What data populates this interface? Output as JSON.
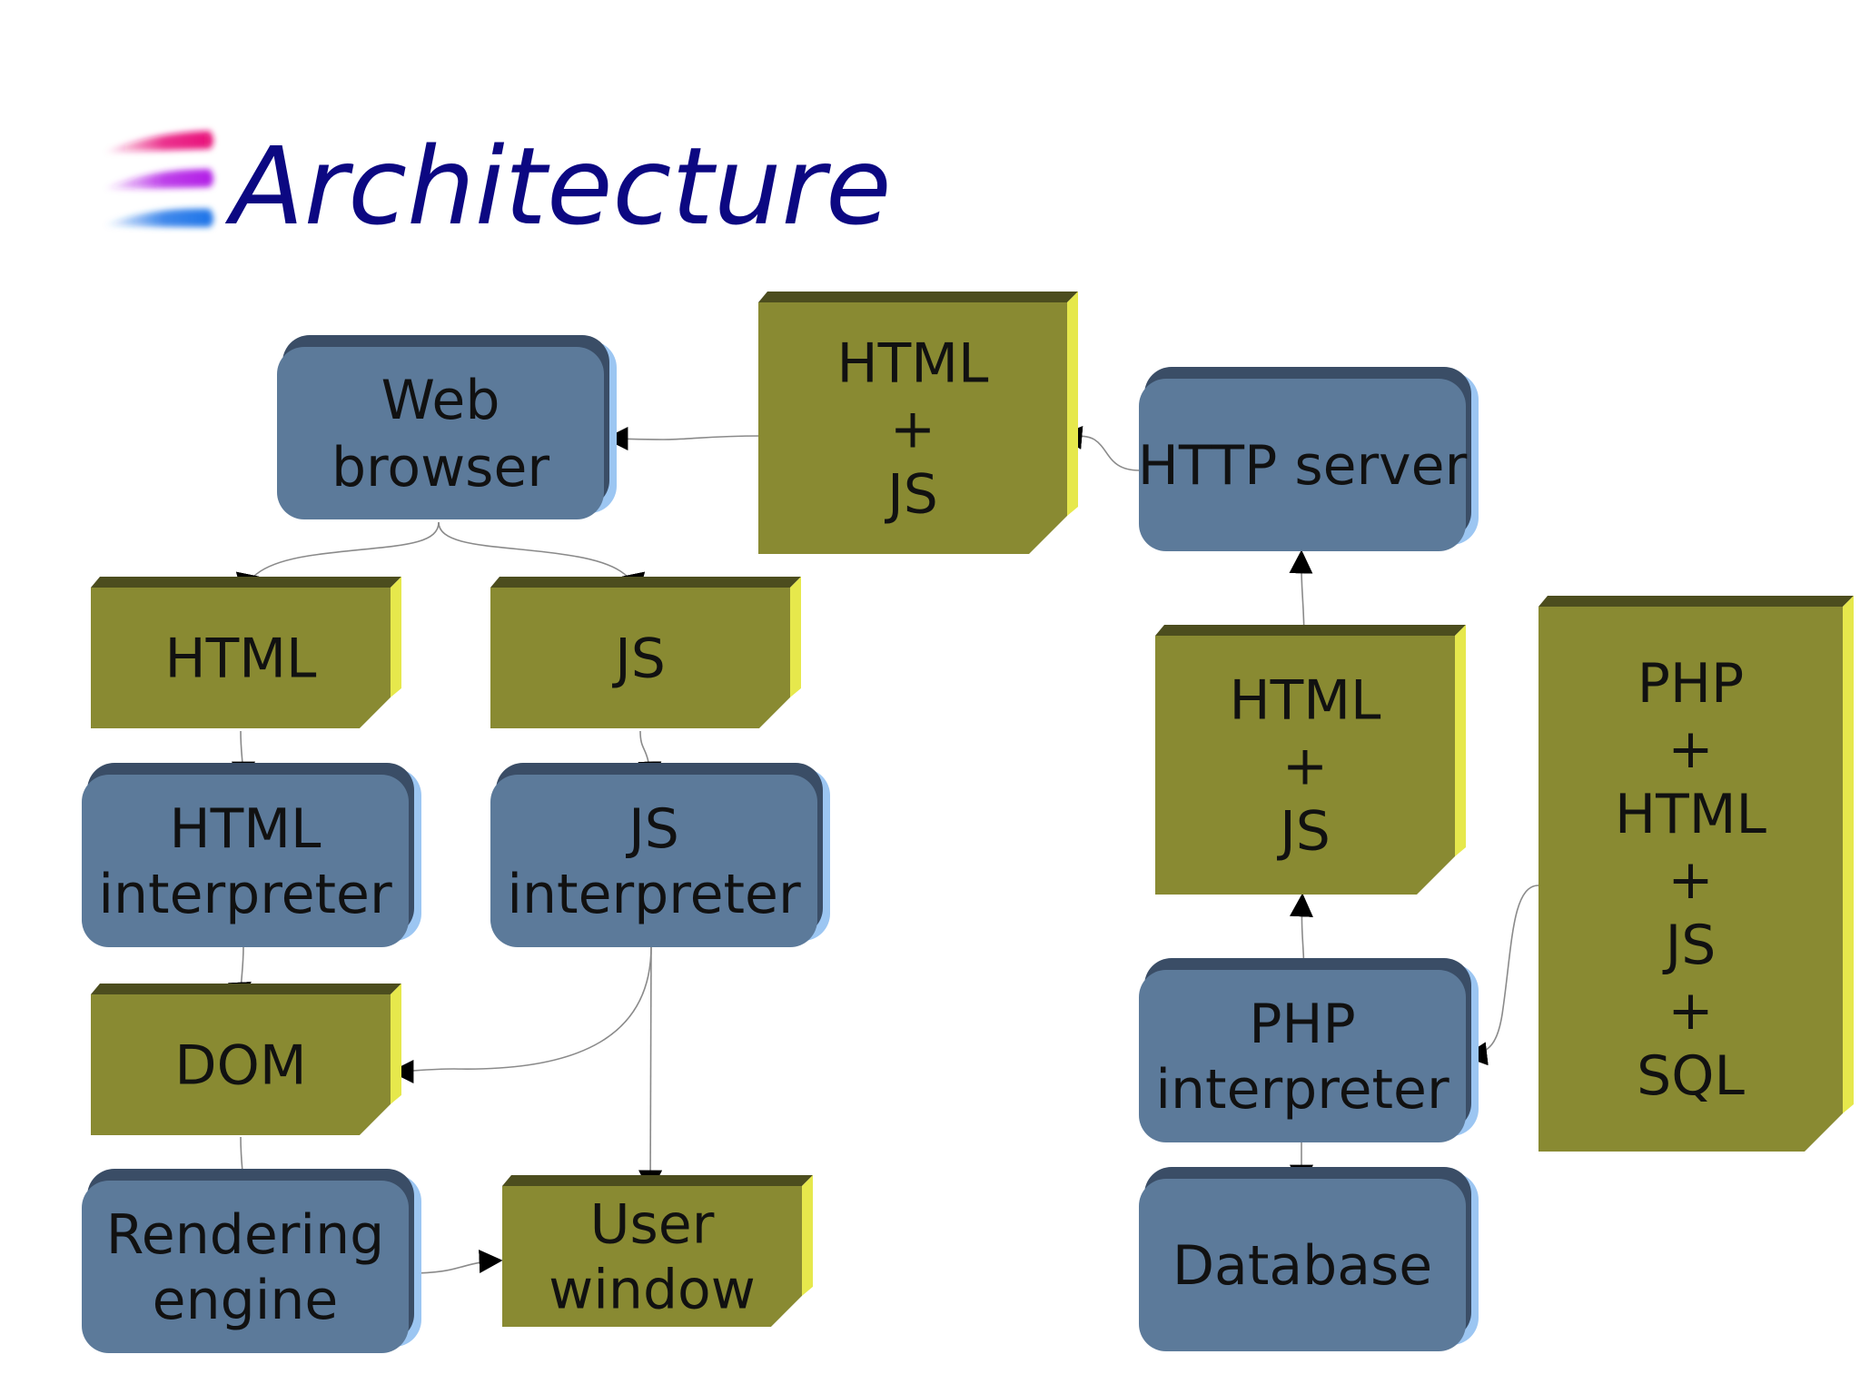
{
  "slide": {
    "title": "Architecture"
  },
  "diagram": {
    "colors": {
      "process_face": "#5c7a9a",
      "process_top": "#3a4d66",
      "process_side": "#9cc6f2",
      "data_face": "#898a32",
      "data_top": "#4c4d1e",
      "data_side": "#e6e84c",
      "title": "#0c0882"
    },
    "nodes": {
      "web_browser": [
        "Web",
        "browser"
      ],
      "html_js_top": [
        "HTML",
        "+",
        "JS"
      ],
      "http_server": [
        "HTTP server"
      ],
      "html_doc": [
        "HTML"
      ],
      "js_doc": [
        "JS"
      ],
      "html_interpreter": [
        "HTML",
        "interpreter"
      ],
      "js_interpreter": [
        "JS",
        "interpreter"
      ],
      "dom": [
        "DOM"
      ],
      "rendering_engine": [
        "Rendering",
        "engine"
      ],
      "user_window": [
        "User",
        "window"
      ],
      "html_js_mid": [
        "HTML",
        "+",
        "JS"
      ],
      "php_bundle": [
        "PHP",
        "+",
        "HTML",
        "+",
        "JS",
        "+",
        "SQL"
      ],
      "php_interpreter": [
        "PHP",
        "interpreter"
      ],
      "database": [
        "Database"
      ]
    }
  }
}
